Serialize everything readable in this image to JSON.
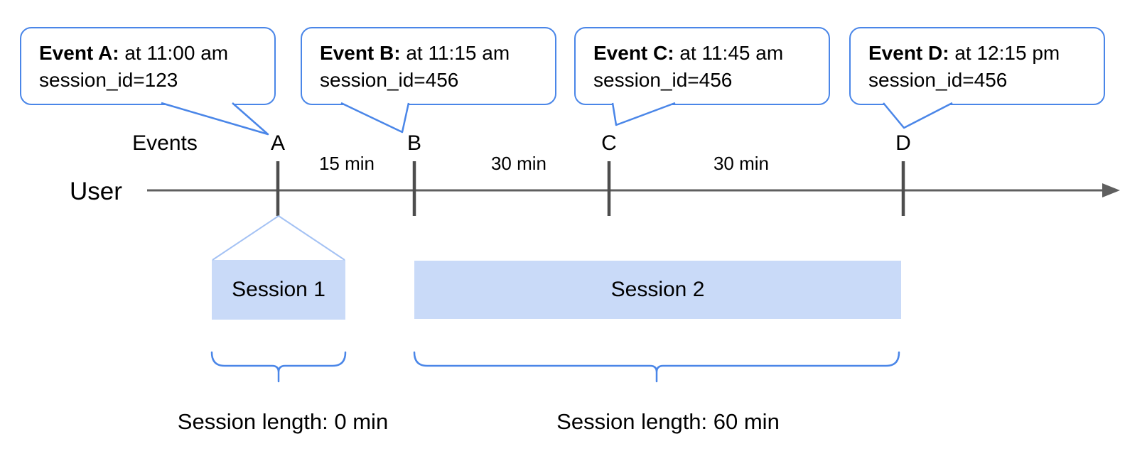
{
  "axis": {
    "events_label": "Events",
    "user_label": "User"
  },
  "events": [
    {
      "letter": "A",
      "callout_title": "Event A:",
      "callout_time": " at 11:00 am",
      "callout_session": "session_id=123"
    },
    {
      "letter": "B",
      "callout_title": "Event B:",
      "callout_time": " at 11:15 am",
      "callout_session": "session_id=456"
    },
    {
      "letter": "C",
      "callout_title": "Event C:",
      "callout_time": " at 11:45 am",
      "callout_session": "session_id=456"
    },
    {
      "letter": "D",
      "callout_title": "Event D:",
      "callout_time": " at 12:15 pm",
      "callout_session": "session_id=456"
    }
  ],
  "intervals": [
    {
      "label": "15 min"
    },
    {
      "label": "30 min"
    },
    {
      "label": "30 min"
    }
  ],
  "sessions": [
    {
      "label": "Session 1",
      "length_label": "Session length: 0 min"
    },
    {
      "label": "Session 2",
      "length_label": "Session length: 60 min"
    }
  ],
  "colors": {
    "callout_border": "#4a86e8",
    "brace_blue": "#4a86e8",
    "session_fill": "#c9daf8",
    "funnel_line": "#a4c2f4",
    "axis_gray": "#5f5f5f",
    "tick_gray": "#4d4d4d"
  }
}
